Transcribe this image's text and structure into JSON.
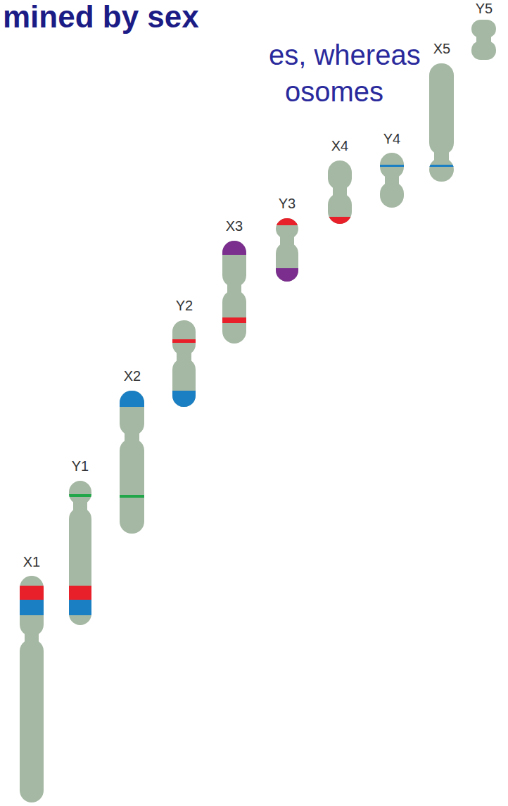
{
  "diagram": {
    "title": "mined by sex",
    "labels": [
      "es, whereas",
      "osomes",
      "X1",
      "Y1",
      "X2",
      "Y2",
      "X3",
      "Y3",
      "X4",
      "Y4",
      "X5",
      "Y5"
    ]
  }
}
